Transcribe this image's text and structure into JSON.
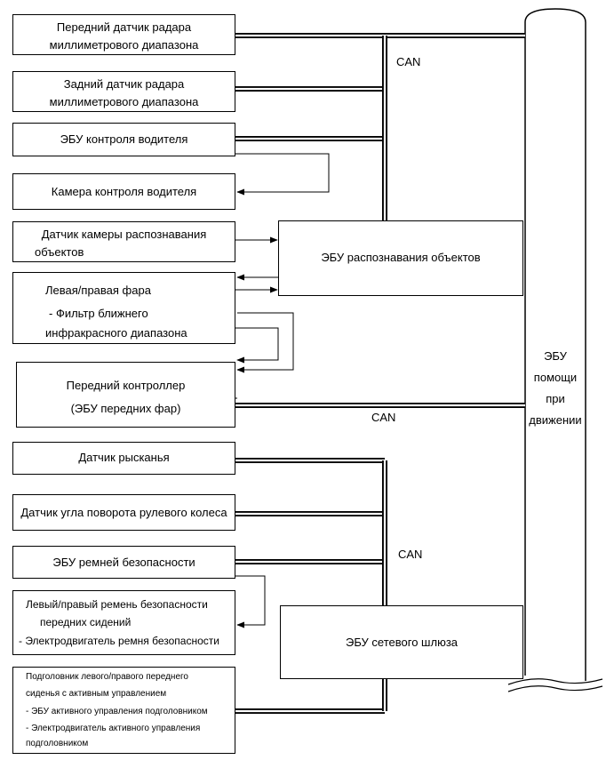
{
  "boxes": {
    "front_radar": [
      "Передний датчик радара",
      "миллиметрового диапазона"
    ],
    "rear_radar": [
      "Задний датчик радара",
      "миллиметрового диапазона"
    ],
    "driver_ecu": [
      "ЭБУ контроля водителя"
    ],
    "driver_camera": [
      "Камера контроля водителя"
    ],
    "object_camera": [
      "Датчик камеры распознавания",
      "объектов"
    ],
    "headlight": [
      "Левая/правая фара",
      "- Фильтр ближнего",
      "инфракрасного диапазона"
    ],
    "front_controller": [
      "Передний контроллер",
      "(ЭБУ передних фар)"
    ],
    "yaw_sensor": [
      "Датчик рысканья"
    ],
    "steering_sensor": [
      "Датчик угла поворота рулевого колеса"
    ],
    "belt_ecu": [
      "ЭБУ ремней безопасности"
    ],
    "belt_motor": [
      "Левый/правый ремень безопасности",
      "передних сидений",
      "- Электродвигатель ремня безопасности"
    ],
    "headrest": [
      "Подголовник левого/правого переднего",
      "сиденья с активным управлением",
      "- ЭБУ активного управления подголовником",
      "- Электродвигатель активного управления",
      "подголовником"
    ],
    "object_recognition_ecu": [
      "ЭБУ распознавания объектов"
    ],
    "gateway_ecu": [
      "ЭБУ сетевого шлюза"
    ],
    "drive_assist_ecu": [
      "ЭБУ",
      "помощи",
      "при",
      "движении"
    ]
  },
  "bus_labels": {
    "can_top": "CAN",
    "can_middle": "CAN",
    "can_bottom": "CAN"
  }
}
